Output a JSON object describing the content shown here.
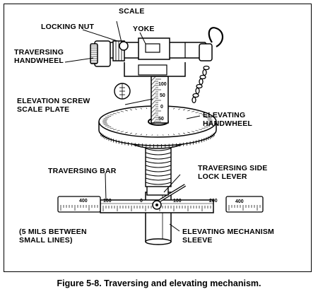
{
  "labels": {
    "scale": "SCALE",
    "locking_nut": "LOCKING NUT",
    "yoke": "YOKE",
    "traversing_handwheel": [
      "TRAVERSING",
      "HANDWHEEL"
    ],
    "elevation_screw_scale_plate": [
      "ELEVATION SCREW",
      "SCALE  PLATE"
    ],
    "elevating_handwheel": [
      "ELEVATING",
      "HANDWHEEL"
    ],
    "traversing_bar": "TRAVERSING BAR",
    "traversing_side_lock_lever": [
      "TRAVERSING SIDE",
      "LOCK LEVER"
    ],
    "mils_note": [
      "(5 MILS BETWEEN",
      "SMALL LINES)"
    ],
    "elevating_mechanism_sleeve": [
      "ELEVATING MECHANISM",
      "SLEEVE"
    ]
  },
  "scale_plate_numbers": [
    "100",
    "50",
    "0",
    "50"
  ],
  "bar_scale_numbers": [
    "400",
    "100",
    "0",
    "100",
    "200",
    "400"
  ],
  "caption": "Figure 5-8. Traversing and elevating mechanism.",
  "colors": {
    "ink": "#000000",
    "paper": "#ffffff",
    "shade": "#c8c8c8"
  }
}
